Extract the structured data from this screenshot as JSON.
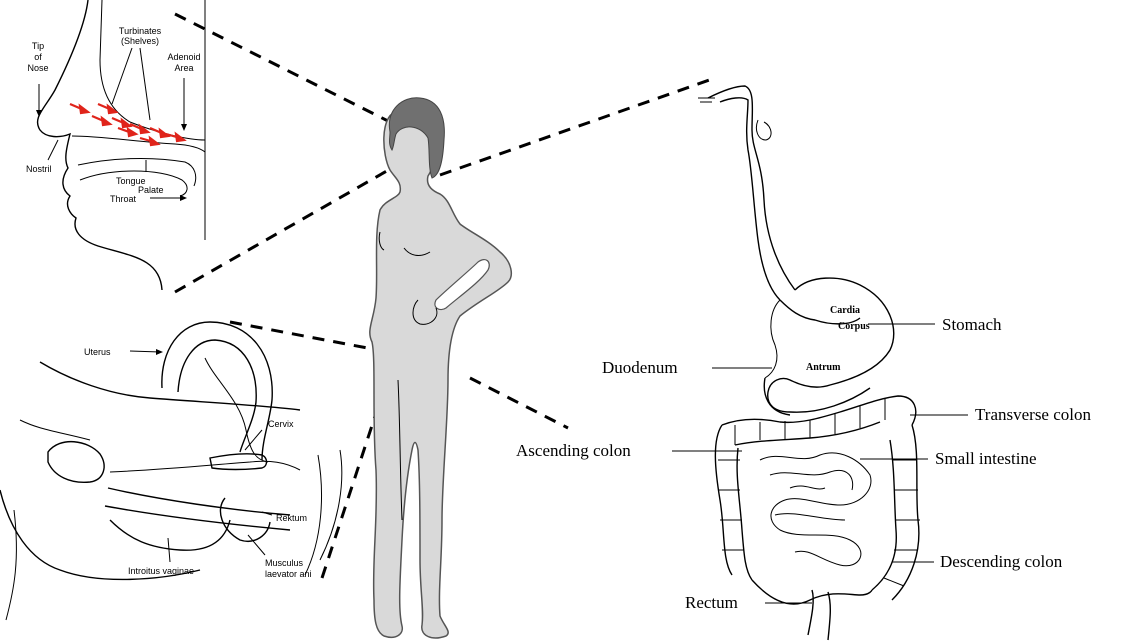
{
  "nose_inset": {
    "labels": {
      "tip_of_nose": "Tip of Nose",
      "turbinates": "Turbinates (Shelves)",
      "adenoid_area": "Adenoid Area",
      "nostril": "Nostril",
      "tongue": "Tongue",
      "palate": "Palate",
      "throat": "Throat"
    }
  },
  "pelvis_inset": {
    "labels": {
      "uterus": "Uterus",
      "cervix": "Cervix",
      "rektum": "Rektum",
      "introitus": "Introitus vaginae",
      "musculus": "Musculus laevator ani"
    }
  },
  "gi_tract": {
    "labels": {
      "cardia": "Cardia",
      "corpus": "Corpus",
      "antrum": "Antrum",
      "stomach": "Stomach",
      "duodenum": "Duodenum",
      "transverse_colon": "Transverse colon",
      "ascending_colon": "Ascending colon",
      "small_intestine": "Small intestine",
      "descending_colon": "Descending colon",
      "rectum": "Rectum"
    }
  },
  "colors": {
    "figure_fill": "#d9d9d9",
    "hair_fill": "#707070",
    "airflow_arrows": "#e0241b"
  }
}
